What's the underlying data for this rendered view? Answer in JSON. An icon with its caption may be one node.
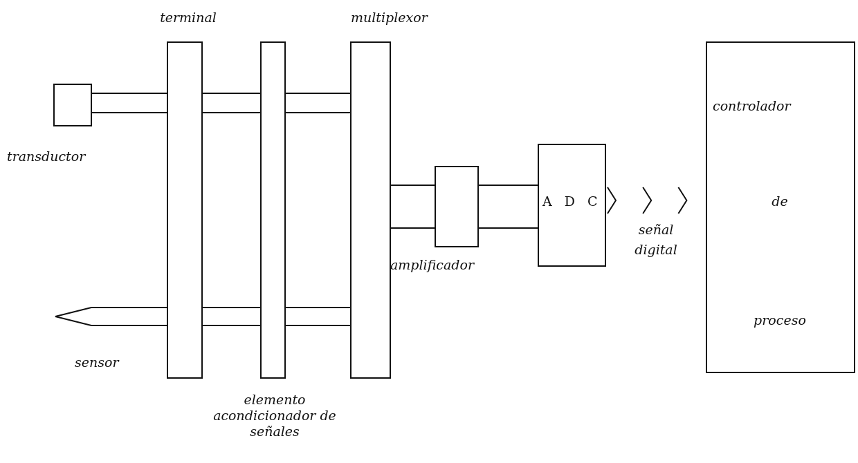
{
  "diagram": {
    "nodes": [
      {
        "text": [
          "terminal"
        ]
      },
      {
        "text": [
          "elemento acondicionador de señales"
        ]
      },
      {
        "text": [
          "multiplexor"
        ]
      },
      {
        "text": [
          "transductor"
        ]
      },
      {
        "text": [
          "sensor"
        ]
      },
      {
        "text": [
          "amplificador"
        ]
      },
      {
        "text": [
          "A D C"
        ]
      },
      {
        "text": [
          "controlador",
          "de",
          "proceso"
        ]
      }
    ],
    "edges": [
      {
        "from": 3,
        "to": 0,
        "arrow": "none"
      },
      {
        "from": 0,
        "to": 1,
        "arrow": "none"
      },
      {
        "from": 1,
        "to": 2,
        "arrow": "none"
      },
      {
        "from": 4,
        "to": 0,
        "arrow": "none"
      },
      {
        "from": 0,
        "to": 1,
        "arrow": "none"
      },
      {
        "from": 1,
        "to": 2,
        "arrow": "none"
      },
      {
        "from": 2,
        "to": 5,
        "arrow": "none"
      },
      {
        "from": 5,
        "to": 6,
        "arrow": "none"
      },
      {
        "from": 6,
        "to": 7,
        "arrow": "to",
        "label": "señal digital"
      }
    ]
  }
}
